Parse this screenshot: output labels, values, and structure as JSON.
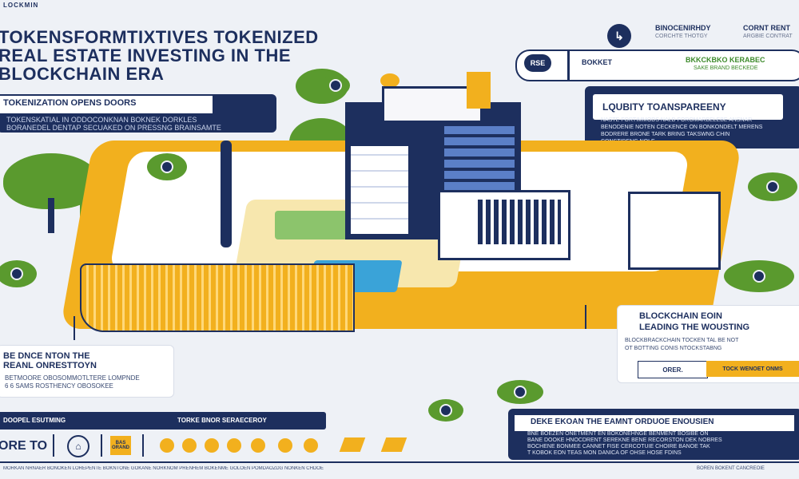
{
  "header": {
    "kicker": "LOCKMIN",
    "title_lines": [
      "TOKENSFORMTIXTIVES TOKENIZED",
      "REAL ESTATE INVESTING IN THE",
      "BLOCKCHAIN ERA"
    ]
  },
  "top_right": {
    "label_a": "BINOCENIRHDY",
    "sub_a": "CORCHTE THOTGY",
    "label_b": "CORNT RENT",
    "sub_b": "ARGBIE CONTRAT"
  },
  "pill_row": {
    "badge": "RSE",
    "label": "BOKKET",
    "right_title": "BKKCKBKO KERABEC",
    "right_sub": "SAKE BRAND BECKEDE"
  },
  "left_panel": {
    "title": "TOKENIZATION OPENS DOORS",
    "body": [
      "TOKENSKATIAL IN ODDOCONKNAN BOKNEK DORKLES",
      "BORANEDEL DENTAP SECUAKED ON PRESSNG BRAINSAMTE"
    ]
  },
  "right_panel": {
    "title": "LQUBITY TOANSPAREENY",
    "body": [
      "NASTE FORTIMMODS NALD FOROMARBELEBE ANSNAR",
      "BENODENIE NOTEN CECKENCE ON BONKONDELT MERENS",
      "BODRERE BRONE TARK BRING TAKSWNG CHIN",
      "CONSTIDENG NOLE"
    ]
  },
  "left_mid": {
    "title_a": "BE DNCE NTON THE",
    "title_b": "REANL ONRESTTOYN",
    "body": [
      "BETMOORE OBOSOMMOTLTERE LOMPNDE",
      "6 6 SAMS ROSTHENCY OBOSOKEE"
    ]
  },
  "right_mid": {
    "title_a": "BLOCKCHAIN EOIN",
    "title_b": "LEADING THE WOUSTING",
    "body": [
      "BLOCKBRACKCHAIN TOCKEN TAL BE NOT",
      "OT BOTTING CONIS NTOCKSTABNG"
    ],
    "button_a": "ORER.",
    "button_b": "TOCK WENOET ONMS"
  },
  "bottom_left_bar": {
    "left": "DOOPEL ESUTMING",
    "right": "TORKE BNOR SERAECEROY"
  },
  "bottom_row": {
    "more_label": "ORE TO",
    "badge_text": "BAS ORAND"
  },
  "bottom_right": {
    "title": "DEKE EKOAN THE EAMNT ORDUOE ENOUSIEN",
    "body": [
      "BNE BOEZEN ONETMENT EN BOKONEHNGE BENMENT BOSIBE ON",
      "BANE DOOKE HNOCDRENT SEREKNE BENE RECORSTON DEK NOBRES",
      "BOCHENE BONMEE CANNET FISE CERCOTUIE CHOIRE BANOE TAK",
      "T KOBOK EON TEAS MON DANICA OF OHSE HOSE FDINS"
    ]
  },
  "footer": {
    "strip_left": "MORKAN NRNAER BONOKEN LOREPENTE BOKNTONE GOKANE NORKNOM PRENHEM BOKENME GOLOEN POMDAOZDG NONKEN CHDOE",
    "strip_right": "BOREN BOKENT CANCREOIE"
  },
  "colors": {
    "navy": "#1d2f5e",
    "yellow": "#f2b01e",
    "green": "#5a9a2e",
    "light_bg": "#eef1f6"
  }
}
